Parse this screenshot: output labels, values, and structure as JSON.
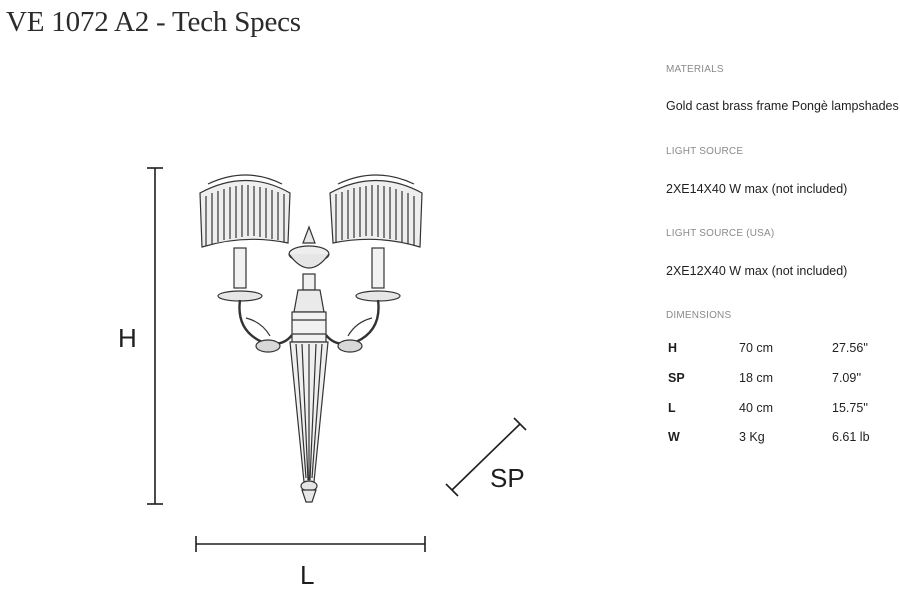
{
  "title": "VE 1072 A2 - Tech Specs",
  "drawing": {
    "labels": {
      "height": "H",
      "depth": "SP",
      "length": "L"
    },
    "line_color": "#1e1e1e"
  },
  "specs": {
    "materials": {
      "heading": "MATERIALS",
      "value": "Gold cast brass frame Pongè lampshades"
    },
    "light_source": {
      "heading": "LIGHT SOURCE",
      "value": "2XE14X40 W max (not included)"
    },
    "light_source_usa": {
      "heading": "LIGHT SOURCE (USA)",
      "value": "2XE12X40 W max (not included)"
    },
    "dimensions": {
      "heading": "DIMENSIONS",
      "rows": [
        {
          "code": "H",
          "metric": "70 cm",
          "imperial": "27.56''"
        },
        {
          "code": "SP",
          "metric": "18 cm",
          "imperial": "7.09''"
        },
        {
          "code": "L",
          "metric": "40 cm",
          "imperial": "15.75''"
        },
        {
          "code": "W",
          "metric": "3 Kg",
          "imperial": "6.61 lb"
        }
      ]
    }
  }
}
